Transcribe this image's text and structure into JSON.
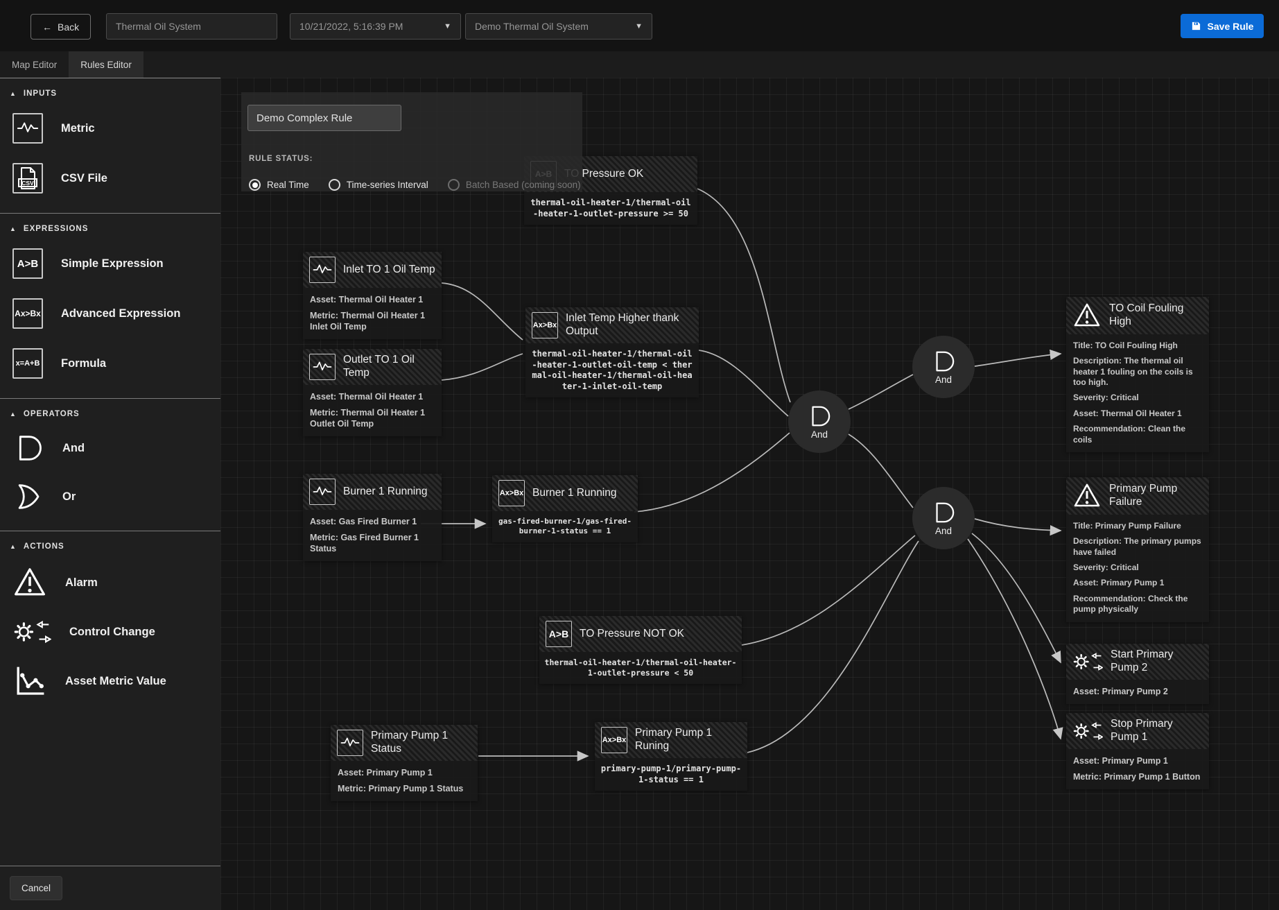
{
  "colors": {
    "accent_blue": "#0b6bd7"
  },
  "topbar": {
    "back": "Back",
    "system_name": "Thermal Oil System",
    "datetime": "10/21/2022, 5:16:39 PM",
    "selected_system": "Demo Thermal Oil System",
    "save": "Save Rule"
  },
  "tabs": {
    "map": "Map Editor",
    "rules": "Rules Editor"
  },
  "sidebar": {
    "inputs": {
      "header": "INPUTS",
      "metric": "Metric",
      "csv": "CSV File"
    },
    "expressions": {
      "header": "EXPRESSIONS",
      "simple": "Simple Expression",
      "simple_icon": "A>B",
      "advanced": "Advanced Expression",
      "advanced_icon": "Ax>Bx",
      "formula": "Formula",
      "formula_icon": "x=A+B"
    },
    "operators": {
      "header": "OPERATORS",
      "and": "And",
      "or": "Or"
    },
    "actions": {
      "header": "ACTIONS",
      "alarm": "Alarm",
      "control": "Control Change",
      "asset_metric": "Asset Metric Value"
    },
    "cancel": "Cancel"
  },
  "panel": {
    "rule_name": "Demo Complex Rule",
    "status_label": "RULE STATUS:",
    "radio_realtime": "Real Time",
    "radio_interval": "Time-series Interval",
    "radio_batch": "Batch Based (coming soon)"
  },
  "nodes": {
    "and_label": "And",
    "pressure_ok": {
      "icon": "A>B",
      "title": "TO Pressure OK",
      "code": "thermal-oil-heater-1/thermal-oil-heater-1-outlet-pressure >= 50"
    },
    "inlet_temp": {
      "title": "Inlet TO 1 Oil Temp",
      "asset": "Asset: Thermal Oil Heater 1",
      "metric": "Metric: Thermal Oil Heater 1 Inlet Oil Temp"
    },
    "outlet_temp": {
      "title": "Outlet TO 1 Oil Temp",
      "asset": "Asset: Thermal Oil Heater 1",
      "metric": "Metric: Thermal Oil Heater 1 Outlet Oil Temp"
    },
    "inlet_higher": {
      "icon": "Ax>Bx",
      "title": "Inlet Temp Higher thank Output",
      "code": "thermal-oil-heater-1/thermal-oil-heater-1-outlet-oil-temp < thermal-oil-heater-1/thermal-oil-heater-1-inlet-oil-temp"
    },
    "burner_metric": {
      "title": "Burner 1 Running",
      "asset": "Asset: Gas Fired Burner 1",
      "metric": "Metric: Gas Fired Burner 1 Status"
    },
    "burner_expr": {
      "icon": "Ax>Bx",
      "title": "Burner 1 Running",
      "code": "gas-fired-burner-1/gas-fired-burner-1-status == 1"
    },
    "pressure_not_ok": {
      "icon": "A>B",
      "title": "TO Pressure NOT OK",
      "code": "thermal-oil-heater-1/thermal-oil-heater-1-outlet-pressure < 50"
    },
    "pump_status": {
      "title": "Primary Pump 1 Status",
      "asset": "Asset: Primary Pump 1",
      "metric": "Metric: Primary Pump 1 Status"
    },
    "pump_running": {
      "icon": "Ax>Bx",
      "title": "Primary Pump 1 Runing",
      "code": "primary-pump-1/primary-pump-1-status == 1"
    },
    "coil_alarm": {
      "title": "TO Coil Fouling High",
      "rows": [
        "Title: TO Coil Fouling High",
        "Description: The thermal oil heater 1 fouling on the coils is too high.",
        "Severity: Critical",
        "Asset: Thermal Oil Heater 1",
        "Recommendation: Clean the coils"
      ]
    },
    "pump_alarm": {
      "title": "Primary Pump Failure",
      "rows": [
        "Title: Primary Pump Failure",
        "Description: The primary pumps have failed",
        "Severity: Critical",
        "Asset: Primary Pump 1",
        "Recommendation: Check the pump physically"
      ]
    },
    "start_pump": {
      "title": "Start Primary Pump 2",
      "asset": "Asset: Primary Pump 2"
    },
    "stop_pump": {
      "title": "Stop Primary Pump 1",
      "asset": "Asset: Primary Pump 1",
      "metric": "Metric: Primary Pump 1 Button"
    }
  }
}
